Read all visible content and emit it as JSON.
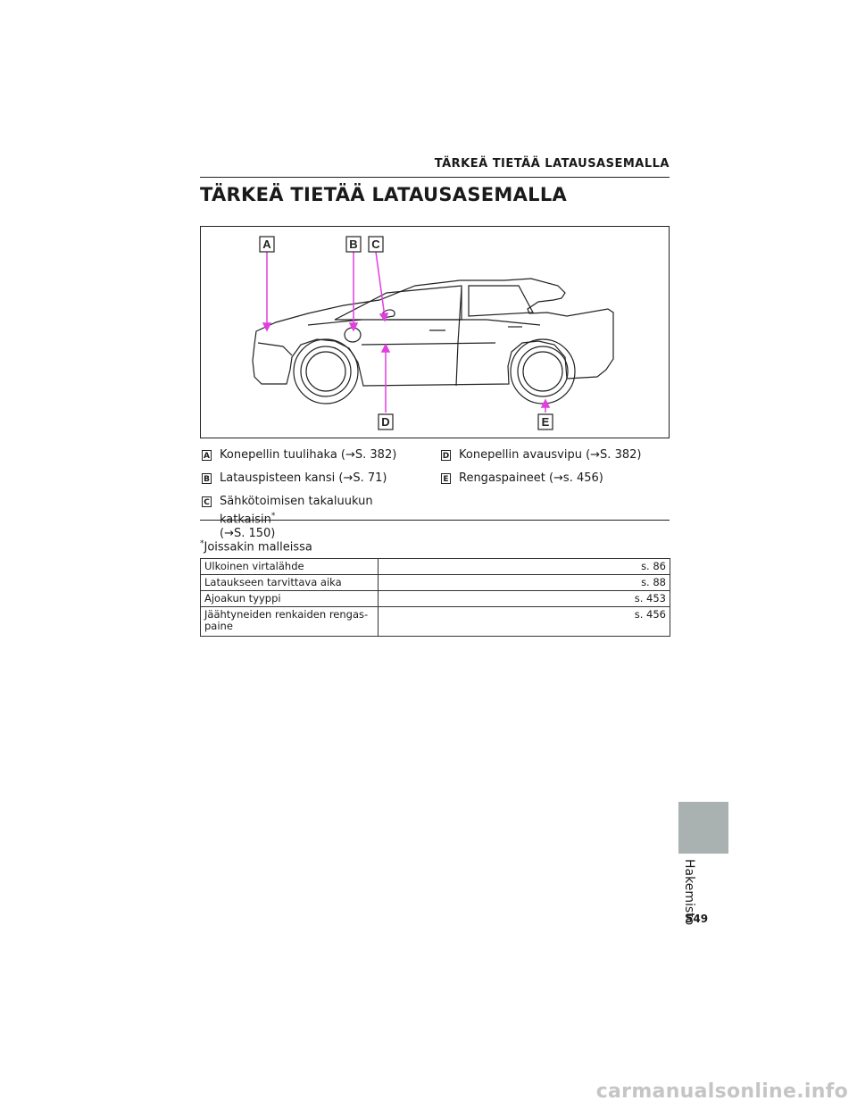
{
  "header": {
    "running_title": "TÄRKEÄ TIETÄÄ LATAUSASEMALLA"
  },
  "page_title": "TÄRKEÄ TIETÄÄ LATAUSASEMALLA",
  "figure": {
    "callouts": [
      "A",
      "B",
      "C",
      "D",
      "E"
    ],
    "accent_color": "#e23ee0"
  },
  "legend": {
    "left": [
      {
        "key": "A",
        "text": "Konepellin tuulihaka (→S. 382)"
      },
      {
        "key": "B",
        "text": "Latauspisteen kansi (→S. 71)"
      },
      {
        "key": "C",
        "text": "Sähkötoimisen takaluukun katkaisin",
        "mark": "*",
        "text2": "(→S. 150)"
      }
    ],
    "right": [
      {
        "key": "D",
        "text": "Konepellin avausvipu (→S. 382)"
      },
      {
        "key": "E",
        "text": "Rengaspaineet (→s. 456)"
      }
    ]
  },
  "footnote": {
    "mark": "*",
    "text": "Joissakin malleissa"
  },
  "table": [
    {
      "label": "Ulkoinen virtalähde",
      "page": "s. 86"
    },
    {
      "label": "Lataukseen tarvittava aika",
      "page": "s. 88"
    },
    {
      "label": "Ajoakun tyyppi",
      "page": "s. 453"
    },
    {
      "label": "Jäähtyneiden renkaiden rengas-",
      "label2": "paine",
      "page": "s. 456"
    }
  ],
  "side_tab": {
    "label": "Hakemisto",
    "color": "#a9b1b1"
  },
  "page_number": "549",
  "watermark": "carmanualsonline.info"
}
